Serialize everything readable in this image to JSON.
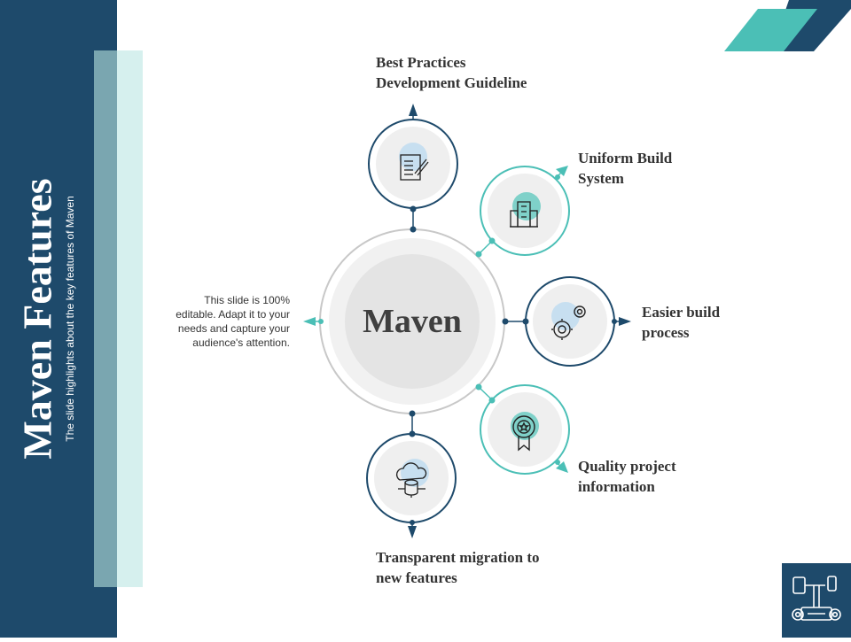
{
  "slide": {
    "title": "Maven Features",
    "subtitle": "The slide highlights about the key features of Maven",
    "description_lines": [
      "This slide is 100%",
      "editable. Adapt it to your",
      "needs and capture your",
      "audience's attention."
    ]
  },
  "diagram": {
    "center": "Maven",
    "features": [
      {
        "lines": [
          "Best Practices",
          "Development Guideline"
        ],
        "icon": "document-edit-icon"
      },
      {
        "lines": [
          "Uniform Build",
          "System"
        ],
        "icon": "building-icon"
      },
      {
        "lines": [
          "Easier build",
          "process"
        ],
        "icon": "gears-icon"
      },
      {
        "lines": [
          "Quality project",
          "information"
        ],
        "icon": "award-badge-icon"
      },
      {
        "lines": [
          "Transparent migration to",
          "new features"
        ],
        "icon": "cloud-database-icon"
      }
    ]
  },
  "colors": {
    "navy": "#1e4a6b",
    "teal": "#4bbfb6",
    "band_dark": "#7aa6b0",
    "band_light": "#d6f0ee",
    "circle_fill": "#ececec"
  },
  "corner_icon": "devices-gears-icon"
}
